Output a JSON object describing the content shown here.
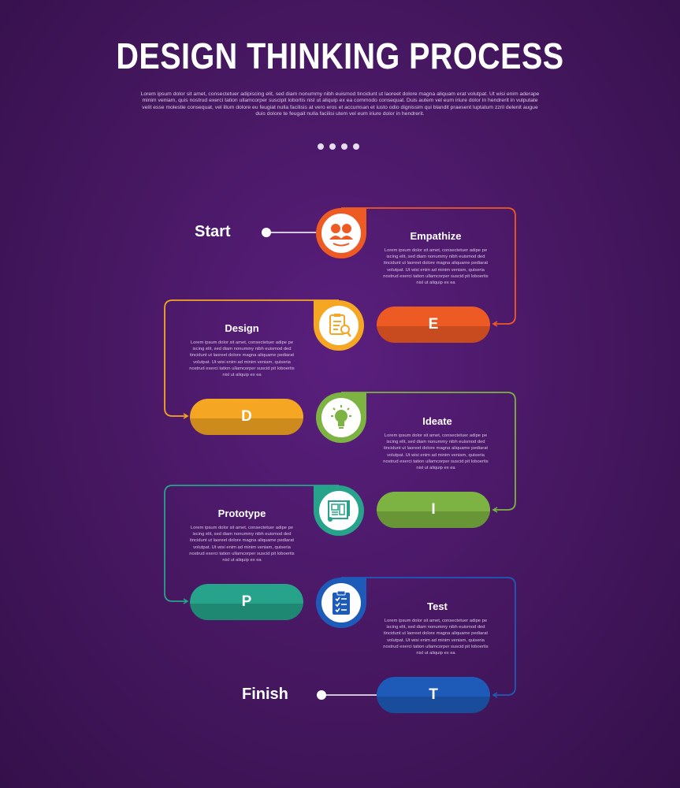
{
  "header": {
    "title": "DESIGN THINKING PROCESS",
    "subtitle": "Lorem ipsum dolor sit amet, consectetuer adipiscing elit, sed diam nonummy nibh euismod tincidunt ut laoreet dolore magna aliquam erat volutpat. Ut wisi enim aderape minim veniam, quis nostrud exerci tation ullamcorper suscipit lobortis nisl ut aliquip ex ea commodo consequat. Duis autem vel eum iriure dolor in hendrerit in vulputate velit esse molestie consequat, vel illum dolore eu feugiat nulla facilisis at vero eros et accumsan et iusto odio dignissim qui blandit praesent luptatum zzril delenit augue duis dolore te feugait nulla facilisi utem vel eum iriure dolor in hendrerit."
  },
  "endpoints": {
    "start": "Start",
    "finish": "Finish"
  },
  "steps": [
    {
      "title": "Empathize",
      "letter": "E",
      "color": "#ee5a24",
      "icon": "empathy-heads-icon",
      "desc": "Lorem ipsum dolor sit amet, consectetuer adipe pe iscing elit, sed diam nonummy nibh euismod ded tincidunt ut laoreet dolore magna aliquame pediarat volutpat. Ut wisi enim ad minim veniam, quiseria nostrud exerci tation ullamcorper suscid pit loboertis nisl ut aliquip ex ea"
    },
    {
      "title": "Design",
      "letter": "D",
      "color": "#f5a623",
      "icon": "design-checklist-icon",
      "desc": "Lorem ipsum dolor sit amet, consectetuer adipe pe iscing elit, sed diam nonummy nibh euismod ded tincidunt ut laoreet dolore magna aliquame pediarat volutpat. Ut wisi enim ad minim veniam, quiseria nostrud exerci tation ullamcorper suscid pit loboertis nisl ut aliquip ex ea"
    },
    {
      "title": "Ideate",
      "letter": "I",
      "color": "#7cb342",
      "icon": "lightbulb-icon",
      "desc": "Lorem ipsum dolor sit amet, consectetuer adipe pe iscing elit, sed diam nonummy nibh euismod ded tincidunt ut laoreet dolore magna aliquame pediarat volutpat. Ut wisi enim ad minim veniam, quiseria nostrud exerci tation ullamcorper suscid pit loboertis nisl ut aliquip ex ea"
    },
    {
      "title": "Prototype",
      "letter": "P",
      "color": "#26a38a",
      "icon": "blueprint-icon",
      "desc": "Lorem ipsum dolor sit amet, consectetuer adipe pe iscing elit, sed diam nonummy nibh euismod ded tincidunt ut laoreet dolore magna aliquame pediarat volutpat. Ut wisi enim ad minim veniam, quiseria nostrud exerci tation ullamcorper suscid pit loboertis nisl ut aliquip ex ea"
    },
    {
      "title": "Test",
      "letter": "T",
      "color": "#1e5bb8",
      "icon": "test-clipboard-icon",
      "desc": "Lorem ipsum dolor sit amet, consectetuer adipe pe iscing elit, sed diam nonummy nibh euismod ded tincidunt ut laoreet dolore magna aliquame pediarat volutpat. Ut wisi enim ad minim veniam, quiseria nostrud exerci tation ullamcorper suscid pit loboertis nisl ut aliquip ex ea"
    }
  ]
}
